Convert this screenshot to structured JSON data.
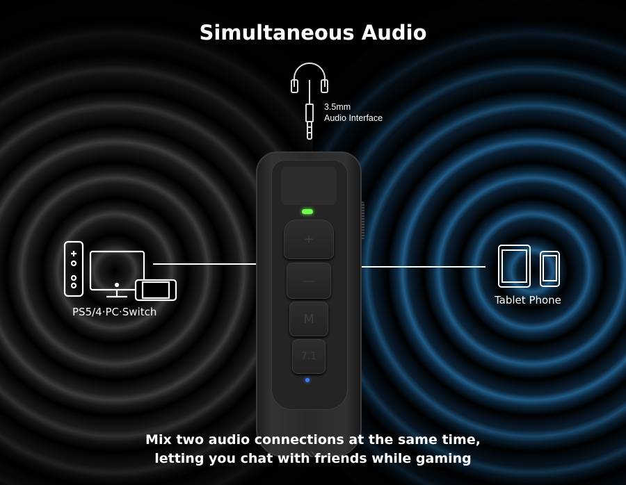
{
  "title": "Simultaneous Audio",
  "jack": {
    "line1": "3.5mm",
    "line2": "Audio Interface"
  },
  "left_devices": {
    "label": "PS5/4·PC·Switch"
  },
  "right_devices": {
    "label": "Tablet Phone"
  },
  "controller": {
    "buttons": [
      "+",
      "—",
      "M",
      "7.1"
    ],
    "status_led_color": "#6dff4a",
    "bottom_led_color": "#3f7bff"
  },
  "caption": {
    "line1": "Mix two audio connections at the same time,",
    "line2": "letting you chat with friends while gaming"
  }
}
